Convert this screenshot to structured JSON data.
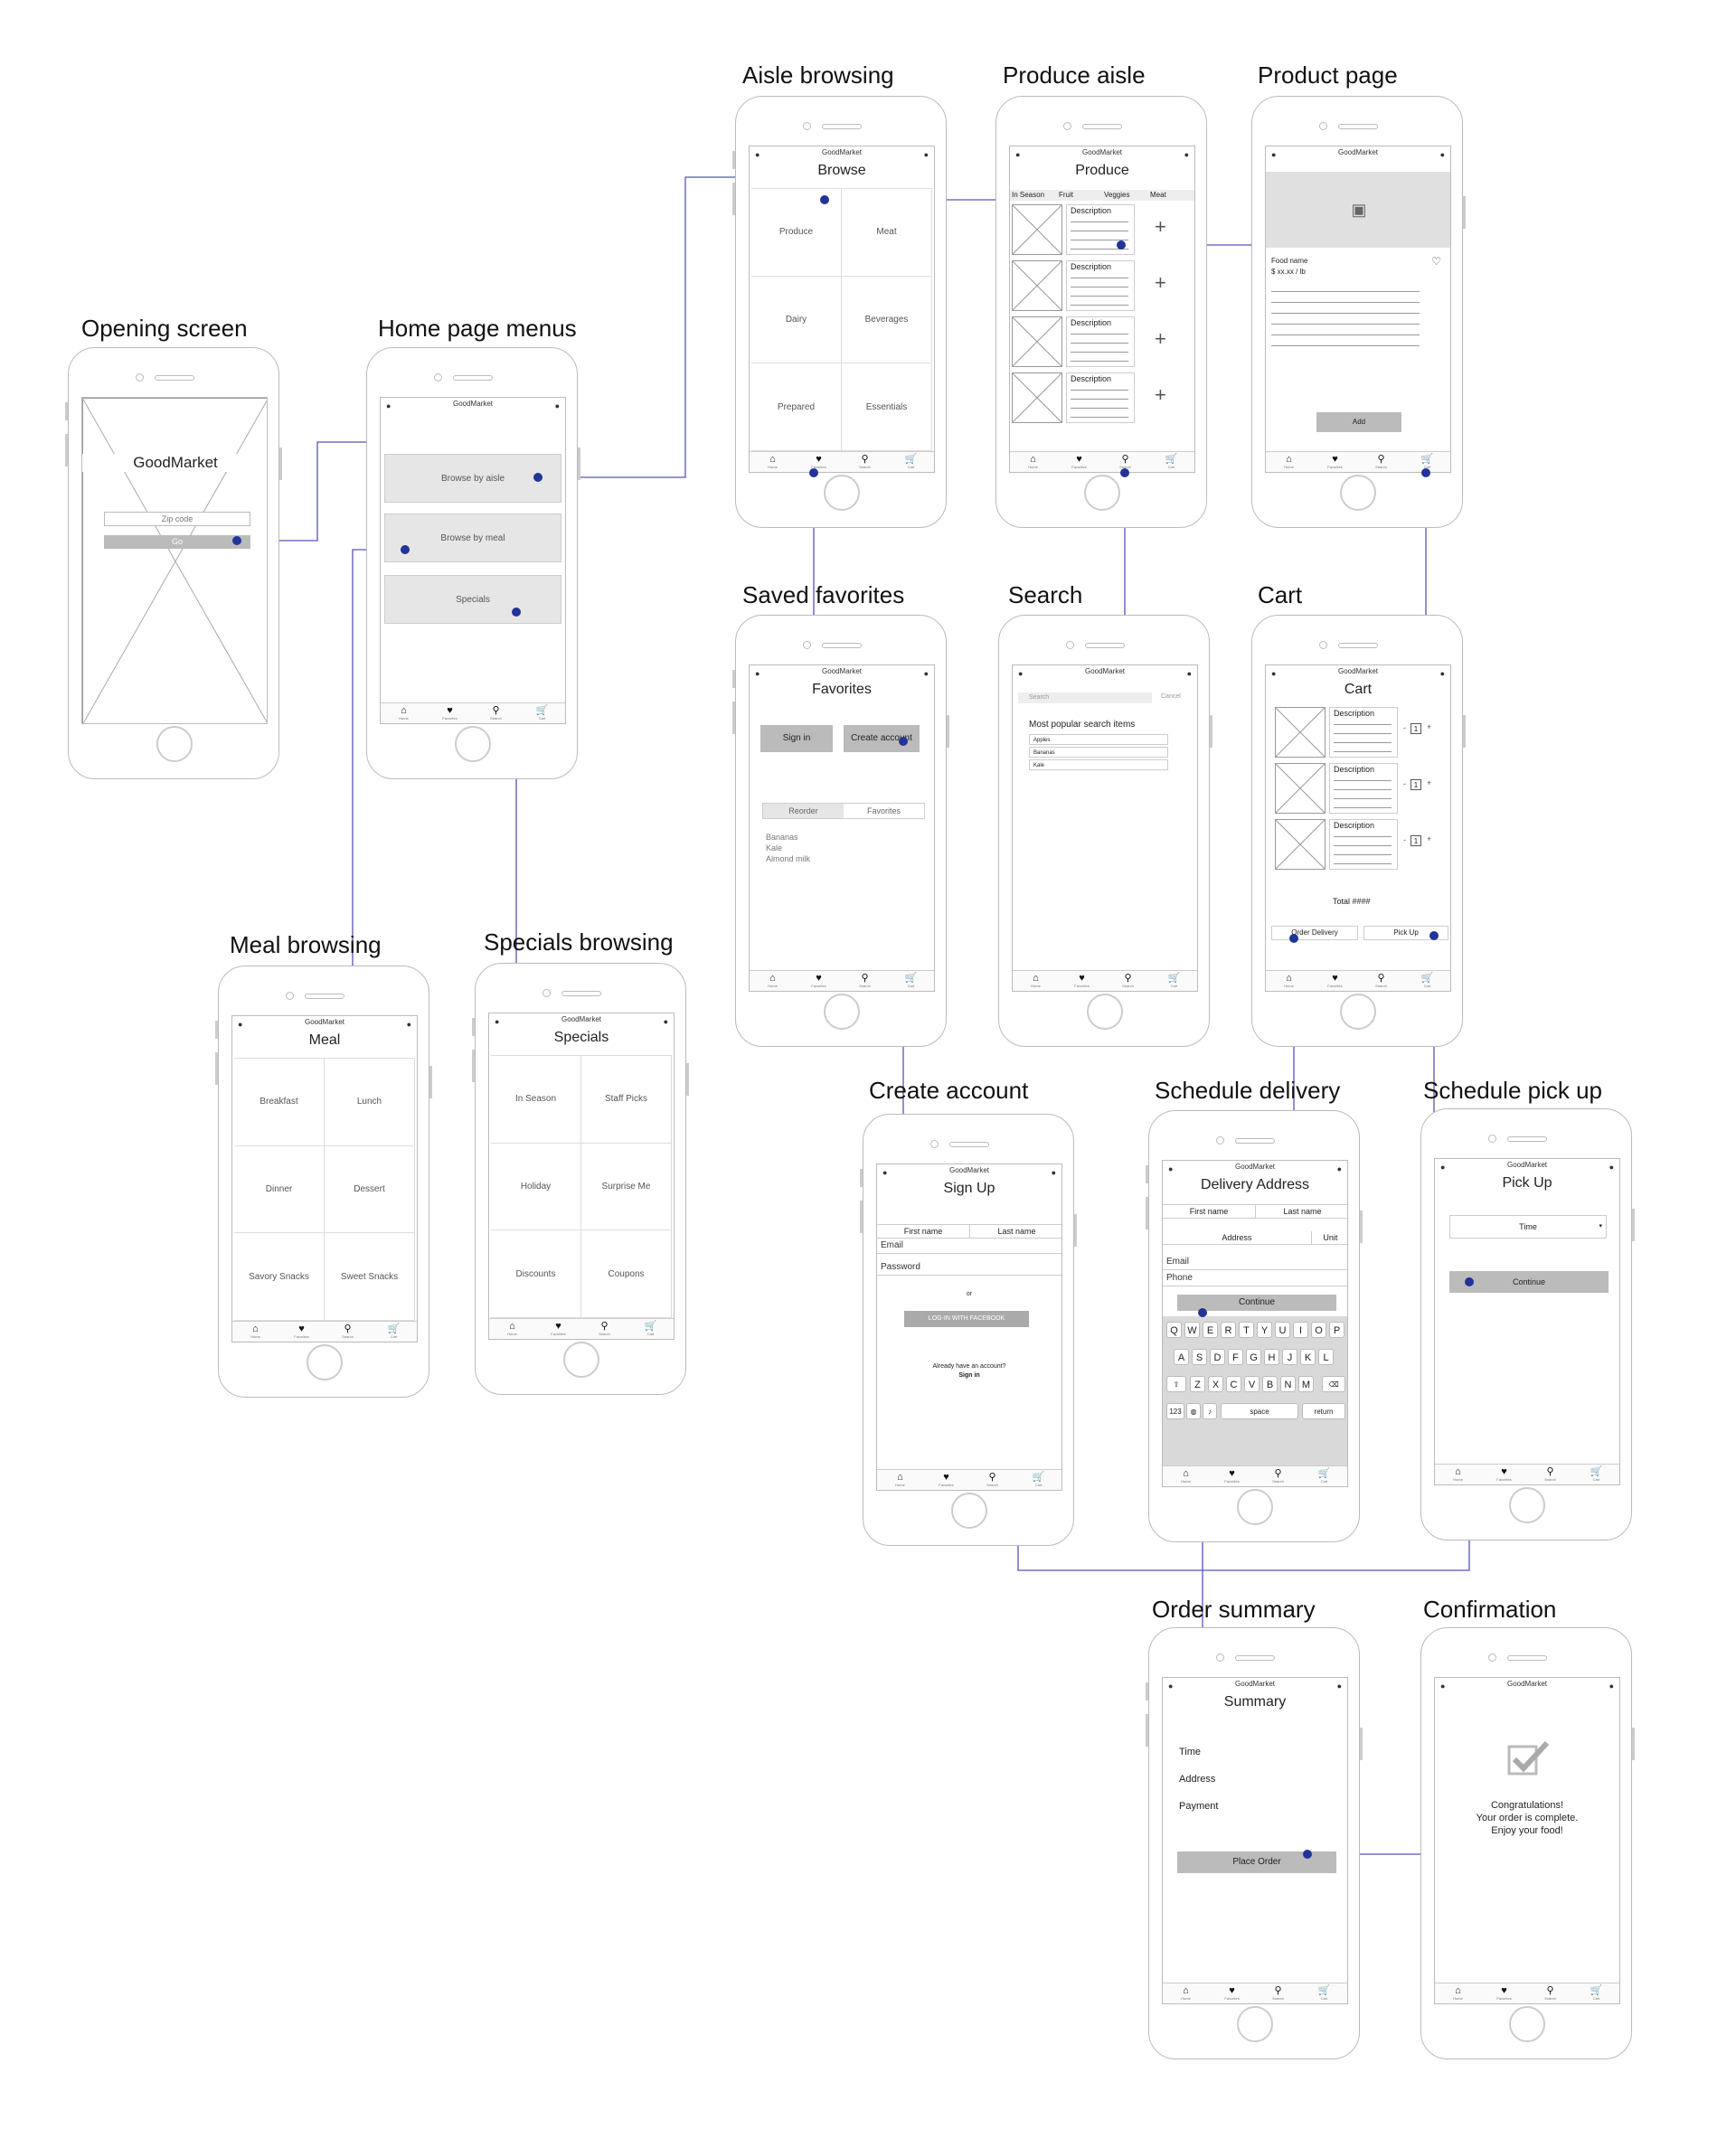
{
  "titles": {
    "opening": "Opening screen",
    "home": "Home page menus",
    "aisle": "Aisle browsing",
    "produce": "Produce aisle",
    "product": "Product page",
    "favorites": "Saved favorites",
    "search": "Search",
    "cart": "Cart",
    "meal": "Meal browsing",
    "specials": "Specials browsing",
    "create": "Create account",
    "delivery": "Schedule delivery",
    "pickup": "Schedule pick up",
    "summary": "Order summary",
    "confirmation": "Confirmation"
  },
  "app_name": "GoodMarket",
  "tabbar": [
    {
      "icon": "home-icon",
      "glyph": "⌂",
      "label": "Home"
    },
    {
      "icon": "heart-icon",
      "glyph": "♥",
      "label": "Favorites"
    },
    {
      "icon": "search-icon",
      "glyph": "⚲",
      "label": "Search"
    },
    {
      "icon": "cart-icon",
      "glyph": "🛒",
      "label": "Cart"
    }
  ],
  "opening": {
    "brand": "GoodMarket",
    "zip_placeholder": "Zip code",
    "go": "Go"
  },
  "home": {
    "items": [
      "Browse by aisle",
      "Browse by meal",
      "Specials"
    ]
  },
  "aisle": {
    "title": "Browse",
    "cells": [
      "Produce",
      "Meat",
      "Dairy",
      "Beverages",
      "Prepared",
      "Essentials"
    ]
  },
  "produce": {
    "title": "Produce",
    "tabs": [
      "In Season",
      "Fruit",
      "Veggies",
      "Meat"
    ],
    "item_label": "Description"
  },
  "product": {
    "food_name": "Food name",
    "price": "$ xx.xx / lb",
    "add": "Add"
  },
  "favorites": {
    "title": "Favorites",
    "signin": "Sign in",
    "create": "Create account",
    "tabs": [
      "Reorder",
      "Favorites"
    ],
    "items": [
      "Bananas",
      "Kale",
      "Almond milk"
    ]
  },
  "search": {
    "placeholder": "Search",
    "cancel": "Cancel",
    "heading": "Most popular search items",
    "items": [
      "Apples",
      "Bananas",
      "Kale"
    ]
  },
  "cart": {
    "title": "Cart",
    "item_label": "Description",
    "qty": "1",
    "total": "Total  ####",
    "delivery": "Order Delivery",
    "pickup": "Pick Up"
  },
  "meal": {
    "title": "Meal",
    "cells": [
      "Breakfast",
      "Lunch",
      "Dinner",
      "Dessert",
      "Savory Snacks",
      "Sweet Snacks"
    ]
  },
  "specials": {
    "title": "Specials",
    "cells": [
      "In Season",
      "Staff Picks",
      "Holiday",
      "Surprise Me",
      "Discounts",
      "Coupons"
    ]
  },
  "signup": {
    "title": "Sign Up",
    "first": "First name",
    "last": "Last name",
    "email": "Email",
    "password": "Password",
    "or": "or",
    "facebook": "LOG-IN WITH FACEBOOK",
    "already": "Already have an account?",
    "signin": "Sign in"
  },
  "delivery": {
    "title": "Delivery Address",
    "first": "First name",
    "last": "Last name",
    "address": "Address",
    "unit": "Unit",
    "email": "Email",
    "phone": "Phone",
    "continue": "Continue",
    "keys_row1": [
      "Q",
      "W",
      "E",
      "R",
      "T",
      "Y",
      "U",
      "I",
      "O",
      "P"
    ],
    "keys_row2": [
      "A",
      "S",
      "D",
      "F",
      "G",
      "H",
      "J",
      "K",
      "L"
    ],
    "keys_row3": [
      "Z",
      "X",
      "C",
      "V",
      "B",
      "N",
      "M"
    ],
    "key_123": "123",
    "key_space": "space",
    "key_return": "return"
  },
  "pickup": {
    "title": "Pick Up",
    "time": "Time",
    "continue": "Continue"
  },
  "summary": {
    "title": "Summary",
    "rows": [
      "Time",
      "Address",
      "Payment"
    ],
    "place": "Place Order"
  },
  "confirmation": {
    "line1": "Congratulations!",
    "line2": "Your order is complete.",
    "line3": "Enjoy your food!"
  }
}
